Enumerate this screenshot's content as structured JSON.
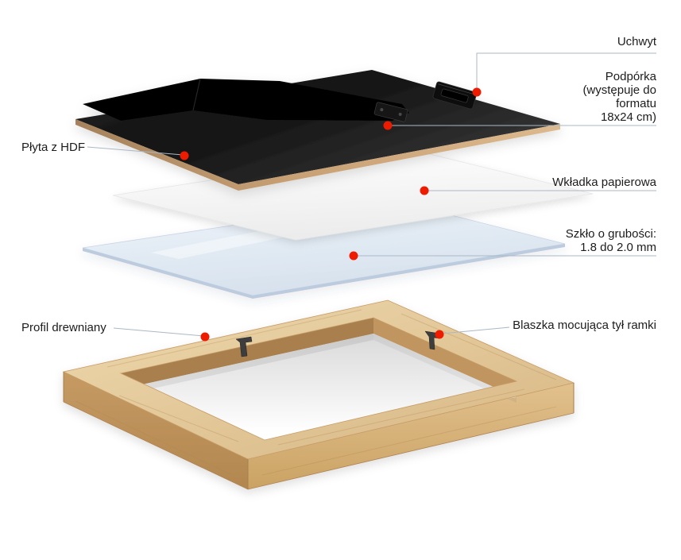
{
  "diagram": {
    "subject": "exploded view of a wooden picture frame"
  },
  "callouts": {
    "uchwyt": "Uchwyt",
    "podporka": "Podpórka\n(występuje do\nformatu\n18x24 cm)",
    "plyta": "Płyta z HDF",
    "wkladka": "Wkładka papierowa",
    "szklo": "Szkło o grubości:\n1.8 do 2.0 mm",
    "profil": "Profil drewniany",
    "blaszka": "Blaszka mocująca tył ramki"
  },
  "colors": {
    "marker_dot": "#ee1b00",
    "leader_line": "#aab8c6",
    "label_text": "#1c1c1c",
    "background": "#ffffff"
  }
}
